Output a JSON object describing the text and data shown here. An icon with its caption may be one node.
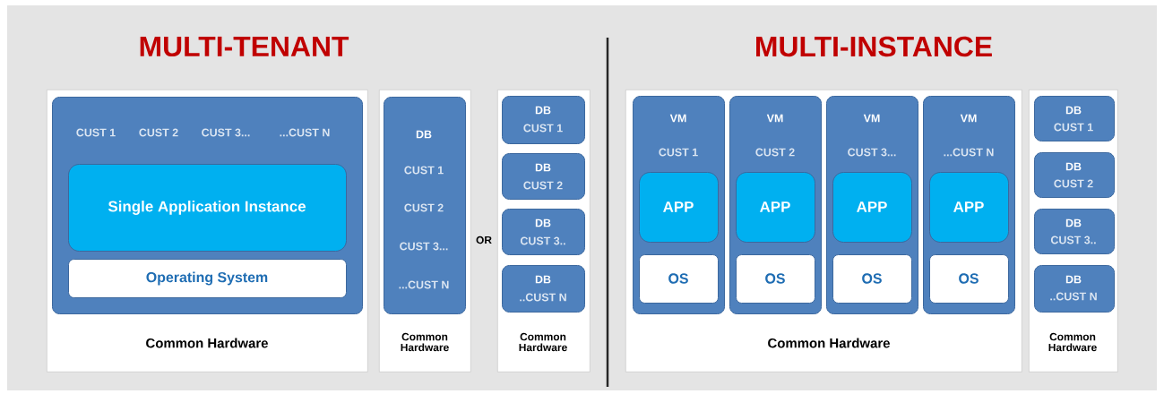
{
  "diagram": {
    "nodes": [
      {
        "text": [
          "Common Hardware"
        ]
      },
      {
        "text": [
          "CUST 1",
          "CUST 2",
          "CUST 3...",
          "...CUST N"
        ],
        "in": 0
      },
      {
        "text": [
          "Single Application Instance"
        ],
        "in": 1
      },
      {
        "text": [
          "Operating System"
        ],
        "in": 1
      },
      {
        "text": [
          "Common Hardware"
        ]
      },
      {
        "text": [
          "DB",
          "CUST 1",
          "CUST 2",
          "CUST 3...",
          "...CUST N"
        ],
        "in": 4
      },
      {
        "text": [
          "Common Hardware"
        ]
      },
      {
        "text": [
          "DB",
          "CUST 1"
        ],
        "in": 6
      },
      {
        "text": [
          "DB",
          "CUST 2"
        ],
        "in": 6
      },
      {
        "text": [
          "DB",
          "CUST 3.."
        ],
        "in": 6
      },
      {
        "text": [
          "DB",
          "..CUST N"
        ],
        "in": 6
      },
      {
        "text": [
          "Common Hardware"
        ]
      },
      {
        "text": [
          "VM",
          "CUST 1"
        ],
        "in": 11
      },
      {
        "text": [
          "APP"
        ],
        "in": 12
      },
      {
        "text": [
          "OS"
        ],
        "in": 12
      },
      {
        "text": [
          "VM",
          "CUST 2"
        ],
        "in": 11
      },
      {
        "text": [
          "APP"
        ],
        "in": 15
      },
      {
        "text": [
          "OS"
        ],
        "in": 15
      },
      {
        "text": [
          "VM",
          "CUST 3..."
        ],
        "in": 11
      },
      {
        "text": [
          "APP"
        ],
        "in": 18
      },
      {
        "text": [
          "OS"
        ],
        "in": 18
      },
      {
        "text": [
          "VM",
          "...CUST N"
        ],
        "in": 11
      },
      {
        "text": [
          "APP"
        ],
        "in": 21
      },
      {
        "text": [
          "OS"
        ],
        "in": 21
      },
      {
        "text": [
          "Common Hardware"
        ]
      },
      {
        "text": [
          "DB",
          "CUST 1"
        ],
        "in": 24
      },
      {
        "text": [
          "DB",
          "CUST 2"
        ],
        "in": 24
      },
      {
        "text": [
          "DB",
          "CUST 3.."
        ],
        "in": 24
      },
      {
        "text": [
          "DB",
          "..CUST N"
        ],
        "in": 24
      }
    ],
    "labels": [
      "MULTI-TENANT",
      "MULTI-INSTANCE",
      "OR"
    ]
  }
}
